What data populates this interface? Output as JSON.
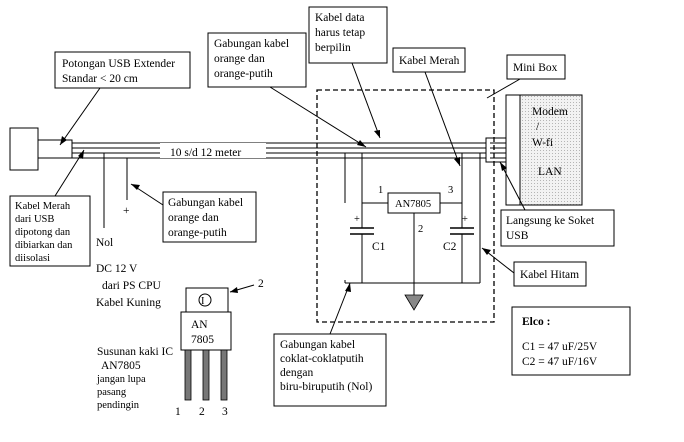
{
  "callouts": {
    "usb_extender": [
      "Potongan USB Extender",
      "Standar   < 20 cm"
    ],
    "gabungan_top": [
      "Gabungan kabel",
      "orange dan",
      "orange-putih"
    ],
    "kabel_data": [
      "Kabel data",
      "harus tetap",
      "berpilin"
    ],
    "kabel_merah_top": "Kabel Merah",
    "mini_box": "Mini Box",
    "kabel_merah_usb": [
      "Kabel Merah",
      "dari USB",
      "dipotong dan",
      "dibiarkan dan",
      "diisolasi"
    ],
    "gabungan_mid": [
      "Gabungan kabel",
      "orange dan",
      "orange-putih"
    ],
    "langsung_soket": [
      "Langsung ke Soket",
      "USB"
    ],
    "kabel_hitam": "Kabel Hitam",
    "gabungan_bottom": [
      "Gabungan kabel",
      "coklat-coklatputih",
      "dengan",
      "biru-biruputih (Nol)"
    ]
  },
  "cable_length": "10 s/d 12 meter",
  "modem": {
    "line1": "Modem",
    "line2": "/",
    "line3": "W-fi",
    "line4": "LAN"
  },
  "power": {
    "nol": "Nol",
    "plus": "+",
    "line1": "DC 12 V",
    "line2": "dari PS CPU",
    "line3": "Kabel Kuning"
  },
  "regulator": {
    "name": "AN7805",
    "pin1": "1",
    "pin2": "2",
    "pin3": "3"
  },
  "capacitors": {
    "c1": "C1",
    "c2": "C2",
    "plus": "+"
  },
  "ic": {
    "body_line1": "AN",
    "body_line2": "7805",
    "tab_number": "2",
    "pins": [
      "1",
      "2",
      "3"
    ],
    "caption": [
      "Susunan kaki IC",
      "AN7805",
      "jangan lupa",
      "pasang",
      "pendingin"
    ]
  },
  "elco": {
    "title": "Elco :",
    "c1": "C1 =  47   uF/25V",
    "c2": "C2 =  47   uF/16V"
  }
}
